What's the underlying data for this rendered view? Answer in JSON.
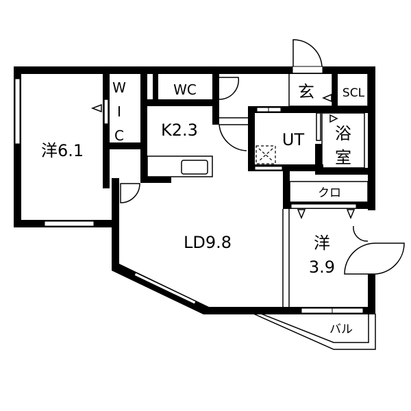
{
  "floorplan": {
    "rooms": {
      "western_room_1": "洋6.1",
      "wic_w": "W",
      "wic_i": "I",
      "wic_c": "C",
      "wc": "WC",
      "kitchen": "K2.3",
      "entrance": "玄",
      "scl": "SCL",
      "ut": "UT",
      "bath_1": "浴",
      "bath_2": "室",
      "closet": "クロ",
      "ld": "LD9.8",
      "western_room_2_a": "洋",
      "western_room_2_b": "3.9",
      "balcony": "バル"
    },
    "colors": {
      "wall": "#000000",
      "background": "#ffffff"
    }
  }
}
